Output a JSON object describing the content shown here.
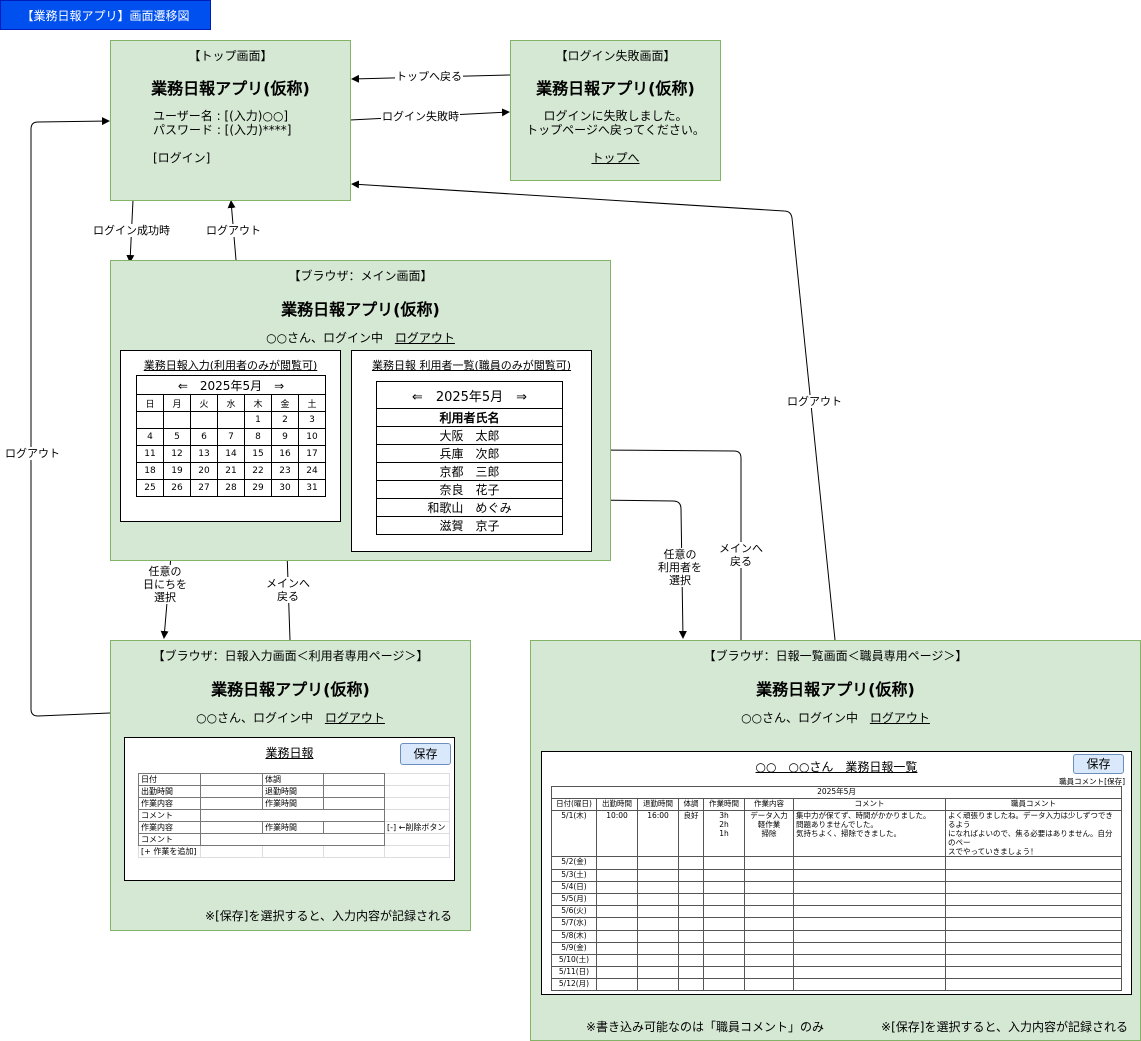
{
  "page_title": "【業務日報アプリ】画面遷移図",
  "app_name": "業務日報アプリ(仮称)",
  "top": {
    "title": "【トップ画面】",
    "user_line": "ユーザー名 : [(入力)○○]",
    "pass_line": "パスワード : [(入力)****]",
    "login_btn": "[ログイン]"
  },
  "fail": {
    "title": "【ログイン失敗画面】",
    "msg1": "ログインに失敗しました。",
    "msg2": "トップページへ戻ってください。",
    "link": "トップへ"
  },
  "main": {
    "title": "【ブラウザ：メイン画面】",
    "status": "○○さん、ログイン中",
    "logout": "ログアウト",
    "input_section": "業務日報入力(利用者のみが閲覧可)",
    "list_section": "業務日報 利用者一覧(職員のみが閲覧可)",
    "month_nav": "⇐　2025年5月　⇒",
    "weekdays": [
      "日",
      "月",
      "火",
      "水",
      "木",
      "金",
      "土"
    ],
    "weeks": [
      [
        "",
        "",
        "",
        "",
        "1",
        "2",
        "3"
      ],
      [
        "4",
        "5",
        "6",
        "7",
        "8",
        "9",
        "10"
      ],
      [
        "11",
        "12",
        "13",
        "14",
        "15",
        "16",
        "17"
      ],
      [
        "18",
        "19",
        "20",
        "21",
        "22",
        "23",
        "24"
      ],
      [
        "25",
        "26",
        "27",
        "28",
        "29",
        "30",
        "31"
      ]
    ],
    "user_list_header": "利用者氏名",
    "users": [
      "大阪　太郎",
      "兵庫　次郎",
      "京都　三郎",
      "奈良　花子",
      "和歌山　めぐみ",
      "滋賀　京子"
    ]
  },
  "entry": {
    "title": "【ブラウザ：日報入力画面＜利用者専用ページ＞】",
    "status": "○○さん、ログイン中",
    "logout": "ログアウト",
    "form_title": "業務日報",
    "save": "保存",
    "rows": [
      [
        "日付",
        "",
        "体調",
        ""
      ],
      [
        "出勤時間",
        "",
        "退勤時間",
        ""
      ],
      [
        "作業内容",
        "",
        "作業時間",
        ""
      ],
      [
        "コメント"
      ],
      [
        "作業内容",
        "",
        "作業時間",
        ""
      ],
      [
        "コメント"
      ],
      [
        "[+ 作業を追加]"
      ]
    ],
    "delete_note": "[-] ←削除ボタン",
    "note": "※[保存]を選択すると、入力内容が記録される"
  },
  "list": {
    "title": "【ブラウザ：日報一覧画面＜職員専用ページ＞】",
    "status": "○○さん、ログイン中",
    "logout": "ログアウト",
    "report_title": "○○　○○さん　業務日報一覧",
    "save": "保存",
    "save_note": "職員コメント[保存]",
    "month": "2025年5月",
    "headers": [
      "日付(曜日)",
      "出勤時間",
      "退勤時間",
      "体調",
      "作業時間",
      "作業内容",
      "コメント",
      "職員コメント"
    ],
    "first_row": {
      "date": "5/1(木)",
      "in": "10:00",
      "out": "16:00",
      "cond": "良好",
      "hours": [
        "3h",
        "2h",
        "1h"
      ],
      "tasks": [
        "データ入力",
        "軽作業",
        "掃除"
      ],
      "comment": [
        "集中力が保てず、時間がかかりました。",
        "問題ありませんでした。",
        "気持ちよく、掃除できました。"
      ],
      "staff": [
        "よく頑張りましたね。データ入力は少しずつできるよう",
        "になればよいので、焦る必要はありません。自分のペー",
        "スでやっていきましょう！"
      ]
    },
    "dates": [
      "5/2(金)",
      "5/3(土)",
      "5/4(日)",
      "5/5(月)",
      "5/6(火)",
      "5/7(水)",
      "5/8(木)",
      "5/9(金)",
      "5/10(土)",
      "5/11(日)",
      "5/12(月)"
    ],
    "note1": "※書き込み可能なのは「職員コメント」のみ",
    "note2": "※[保存]を選択すると、入力内容が記録される"
  },
  "edges": {
    "back_top": "トップへ戻る",
    "login_fail": "ログイン失敗時",
    "login_ok": "ログイン成功時",
    "logout": "ログアウト",
    "logout_left": "ログアウト",
    "logout_right": "ログアウト",
    "pick_day": [
      "任意の",
      "日にちを",
      "選択"
    ],
    "back_main": [
      "メインへ",
      "戻る"
    ],
    "pick_user": [
      "任意の",
      "利用者を",
      "選択"
    ],
    "back_main2": [
      "メインへ",
      "戻る"
    ]
  }
}
